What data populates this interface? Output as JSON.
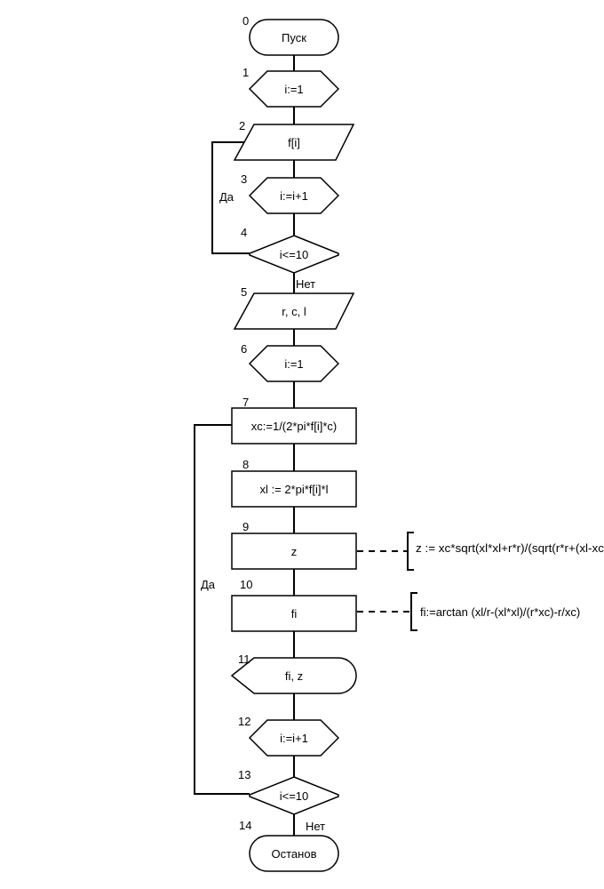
{
  "blocks": [
    {
      "num": "0",
      "label": "Пуск",
      "shape": "terminator"
    },
    {
      "num": "1",
      "label": "i:=1",
      "shape": "hexagon"
    },
    {
      "num": "2",
      "label": "f[i]",
      "shape": "parallelogram"
    },
    {
      "num": "3",
      "label": "i:=i+1",
      "shape": "hexagon"
    },
    {
      "num": "4",
      "label": "i<=10",
      "shape": "diamond"
    },
    {
      "num": "5",
      "label": "r, c, l",
      "shape": "parallelogram"
    },
    {
      "num": "6",
      "label": "i:=1",
      "shape": "hexagon"
    },
    {
      "num": "7",
      "label": "xc:=1/(2*pi*f[i]*c)",
      "shape": "process"
    },
    {
      "num": "8",
      "label": "xl := 2*pi*f[i]*l",
      "shape": "process"
    },
    {
      "num": "9",
      "label": "z",
      "shape": "process"
    },
    {
      "num": "10",
      "label": "fi",
      "shape": "process"
    },
    {
      "num": "11",
      "label": "fi, z",
      "shape": "display"
    },
    {
      "num": "12",
      "label": "i:=i+1",
      "shape": "hexagon"
    },
    {
      "num": "13",
      "label": "i<=10",
      "shape": "diamond"
    },
    {
      "num": "14",
      "label": "Останов",
      "shape": "terminator"
    }
  ],
  "comments": [
    {
      "for_block": "9",
      "text": "z := xc*sqrt(xl*xl+r*r)/(sqrt(r*r+(xl-xc"
    },
    {
      "for_block": "10",
      "text": "fi:=arctan (xl/r-(xl*xl)/(r*xc)-r/xc)"
    }
  ],
  "edge_labels": {
    "loop1_yes": "Да",
    "loop1_no": "Нет",
    "loop2_yes": "Да",
    "loop2_no": "Нет"
  }
}
